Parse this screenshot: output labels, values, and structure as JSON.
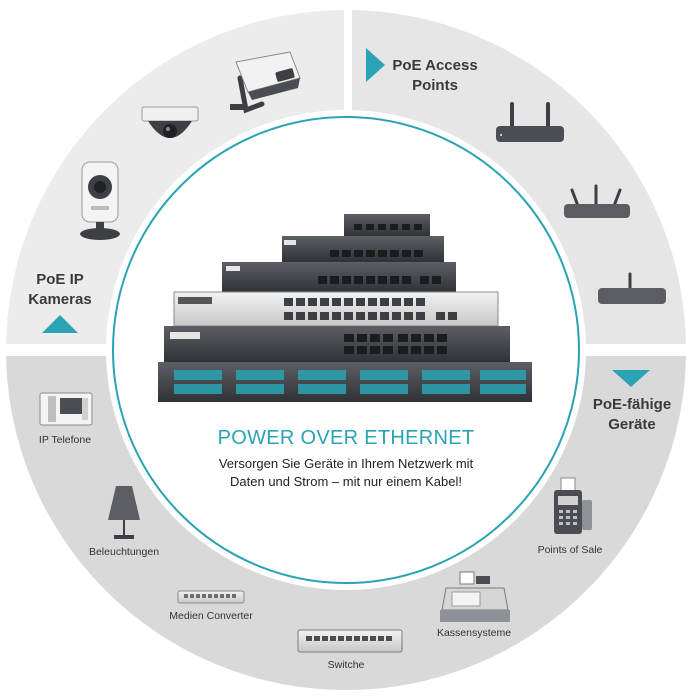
{
  "colors": {
    "ring_light": "#ececec",
    "ring_mid": "#d9d9d9",
    "teal": "#2aa3b3",
    "device_dark": "#4a4d52",
    "inner_border": "#2aa3b3"
  },
  "center": {
    "title": "POWER OVER ETHERNET",
    "line1": "Versorgen Sie Geräte in Ihrem Netzwerk mit",
    "line2": "Daten und Strom – mit nur einem Kabel!"
  },
  "sections": {
    "cameras": {
      "title_line1": "PoE IP",
      "title_line2": "Kameras",
      "arrow": "triangle-up"
    },
    "access_points": {
      "title_line1": "PoE Access",
      "title_line2": "Points",
      "arrow": "triangle-right"
    },
    "devices": {
      "title_line1": "PoE-fähige",
      "title_line2": "Geräte",
      "arrow": "triangle-down"
    }
  },
  "devices": [
    {
      "label": "IP Telefone",
      "icon": "ip-phone-icon"
    },
    {
      "label": "Beleuchtungen",
      "icon": "lamp-icon"
    },
    {
      "label": "Medien Converter",
      "icon": "media-converter-icon"
    },
    {
      "label": "Switche",
      "icon": "switch-icon"
    },
    {
      "label": "Kassensysteme",
      "icon": "cash-register-icon"
    },
    {
      "label": "Points of Sale",
      "icon": "pos-terminal-icon"
    }
  ]
}
